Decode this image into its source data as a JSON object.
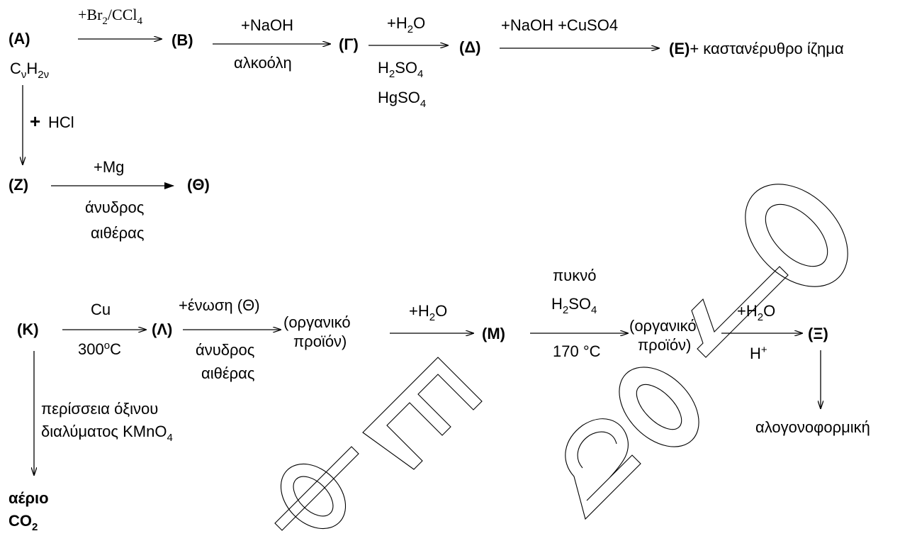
{
  "reaction1": {
    "A_label": "(A)",
    "A_formula": {
      "c": "C",
      "v1": "ν",
      "h": "H",
      "v2": "2ν"
    },
    "reagent_Br2": {
      "plus": "+Br",
      "sub1": "2",
      "mid": "/CCl",
      "sub2": "4"
    },
    "B_label": "(B)",
    "reagent_NaOH": "+NaOH",
    "cond_alcohol": "αλκοόλη",
    "G_label": "(Γ)",
    "reagent_H2O": {
      "h": "+H",
      "sub": "2",
      "o": "O"
    },
    "cond_H2SO4": {
      "h": "H",
      "sub1": "2",
      "so": "SO",
      "sub2": "4"
    },
    "cond_HgSO4": {
      "hg": "HgSO",
      "sub": "4"
    },
    "D_label": "(Δ)",
    "reagent_NaOH_CuSO4": "+NaOH +CuSO4",
    "E_label": "(Ε)",
    "E_text": "+ καστανέρυθρο ίζημα"
  },
  "reaction2": {
    "plus_sign": "+",
    "reagent_HCl": "HCl",
    "Z_label": "(Ζ)",
    "reagent_Mg": "+Mg",
    "cond_line1": "άνυδρος",
    "cond_line2": "αιθέρας",
    "Th_label": "(Θ)"
  },
  "reaction3": {
    "K_label": "(Κ)",
    "reagent_Cu": "Cu",
    "cond_temp": {
      "num": "300",
      "deg": "o",
      "unit": "C"
    },
    "L_label": "(Λ)",
    "reagent_compound": "+ένωση (Θ)",
    "cond_line1": "άνυδρος",
    "cond_line2": "αιθέρας",
    "product1_line1": "(οργανικό",
    "product1_line2": "προϊόν)",
    "reagent_H2O": {
      "h": "+H",
      "sub": "2",
      "o": "O"
    },
    "M_label": "(Μ)",
    "cond_dense": "πυκνό",
    "cond_H2SO4": {
      "h": "H",
      "sub1": "2",
      "so": "SO",
      "sub2": "4"
    },
    "cond_170": "170 °C",
    "product2_line1": "(οργανικό",
    "product2_line2": "προϊόν)",
    "reagent_H2O_b": {
      "h": "+H",
      "sub": "2",
      "o": "O"
    },
    "cond_H": {
      "h": "H",
      "sup": "+"
    },
    "X_label": "(Ξ)",
    "haloform": "αλογονοφορμική",
    "excess_line1": "περίσσεια όξινου",
    "excess_line2": {
      "text": "διαλύματος KMnO",
      "sub": "4"
    },
    "gas_line1": "αέριο",
    "gas_line2": {
      "co": "CO",
      "sub": "2"
    }
  },
  "watermark": {
    "text": "ΦΕ 2010",
    "stroke_color": "#000000"
  }
}
